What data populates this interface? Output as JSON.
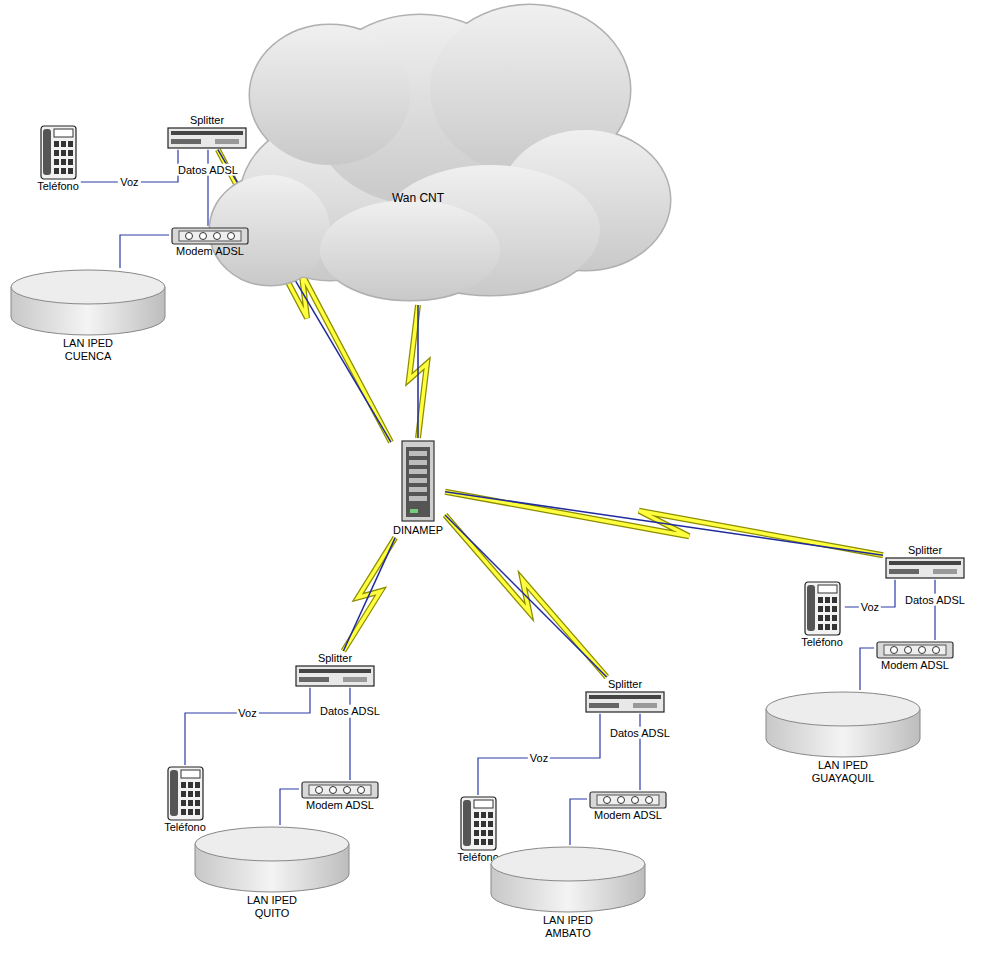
{
  "diagram": {
    "nodes": [
      {
        "text": [
          "Wan CNT"
        ]
      },
      {
        "text": [
          "Splitter"
        ]
      },
      {
        "text": [
          "Teléfono"
        ]
      },
      {
        "text": [
          "Modem ADSL"
        ]
      },
      {
        "text": [
          "LAN IPED CUENCA"
        ]
      },
      {
        "text": [
          "DINAMEP"
        ]
      },
      {
        "text": [
          "Splitter"
        ]
      },
      {
        "text": [
          "Teléfono"
        ]
      },
      {
        "text": [
          "Modem ADSL"
        ]
      },
      {
        "text": [
          "LAN IPED GUAYAQUIL"
        ]
      },
      {
        "text": [
          "Splitter"
        ]
      },
      {
        "text": [
          "Teléfono"
        ]
      },
      {
        "text": [
          "Modem ADSL"
        ]
      },
      {
        "text": [
          "LAN IPED QUITO"
        ]
      },
      {
        "text": [
          "Splitter"
        ]
      },
      {
        "text": [
          "Teléfono"
        ]
      },
      {
        "text": [
          "Modem ADSL"
        ]
      },
      {
        "text": [
          "LAN IPED AMBATO"
        ]
      }
    ],
    "edges": [
      {
        "from": 5,
        "to": 0,
        "arrow": "none"
      },
      {
        "from": 5,
        "to": 1,
        "arrow": "none"
      },
      {
        "from": 5,
        "to": 6,
        "arrow": "none"
      },
      {
        "from": 5,
        "to": 10,
        "arrow": "none"
      },
      {
        "from": 5,
        "to": 14,
        "arrow": "none"
      },
      {
        "from": 1,
        "to": 2,
        "label": "Voz",
        "arrow": "none"
      },
      {
        "from": 1,
        "to": 3,
        "label": "Datos ADSL",
        "arrow": "none"
      },
      {
        "from": 3,
        "to": 4,
        "arrow": "none"
      },
      {
        "from": 6,
        "to": 7,
        "label": "Voz",
        "arrow": "none"
      },
      {
        "from": 6,
        "to": 8,
        "label": "Datos ADSL",
        "arrow": "none"
      },
      {
        "from": 8,
        "to": 9,
        "arrow": "none"
      },
      {
        "from": 10,
        "to": 11,
        "label": "Voz",
        "arrow": "none"
      },
      {
        "from": 10,
        "to": 12,
        "label": "Datos ADSL",
        "arrow": "none"
      },
      {
        "from": 12,
        "to": 13,
        "arrow": "none"
      },
      {
        "from": 14,
        "to": 15,
        "label": "Voz",
        "arrow": "none"
      },
      {
        "from": 14,
        "to": 16,
        "label": "Datos ADSL",
        "arrow": "none"
      },
      {
        "from": 16,
        "to": 17,
        "arrow": "none"
      }
    ]
  }
}
